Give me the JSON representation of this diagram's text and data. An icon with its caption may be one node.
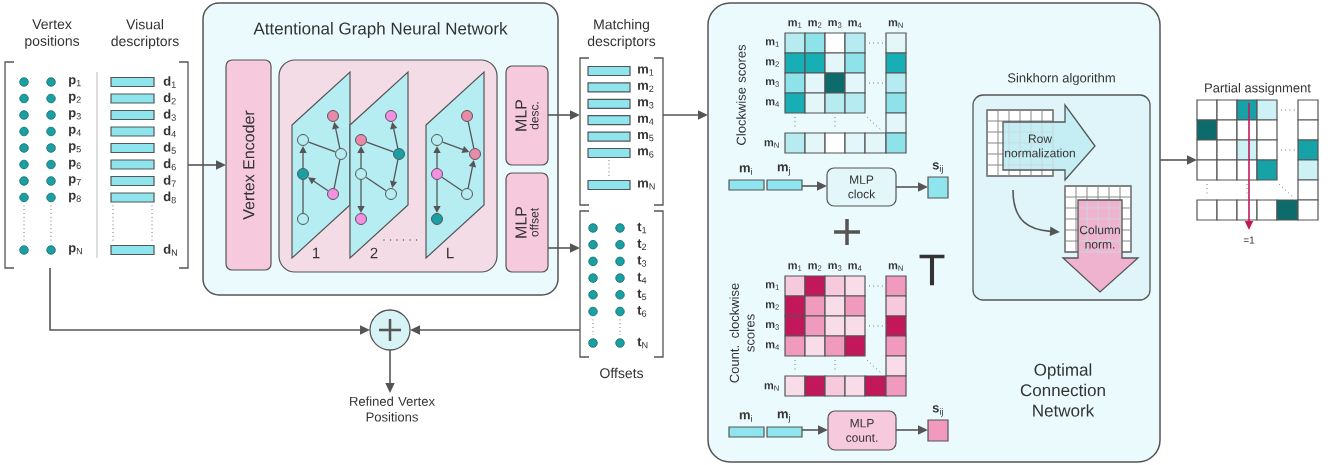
{
  "diagram": {
    "nodes": [
      {
        "text": [
          "Vertex positions",
          "Visual descriptors",
          "**p**$_{1}$",
          "**p**$_{2}$",
          "**p**$_{3}$",
          "**p**$_{4}$",
          "**p**$_{5}$",
          "**p**$_{6}$",
          "**p**$_{7}$",
          "**p**$_{8}$",
          "**p**$_{N}$",
          "**d**$_{1}$",
          "**d**$_{2}$",
          "**d**$_{3}$",
          "**d**$_{4}$",
          "**d**$_{5}$",
          "**d**$_{6}$",
          "**d**$_{7}$",
          "**d**$_{8}$",
          "**d**$_{N}$"
        ]
      },
      {
        "text": [
          "Attentional Graph Neural Network"
        ]
      },
      {
        "text": [
          "Vertex Encoder"
        ],
        "in": 1
      },
      {
        "text": [],
        "shape": "box",
        "in": 1
      },
      {
        "text": [
          "1"
        ],
        "in": 3
      },
      {
        "text": [
          "2"
        ],
        "in": 3
      },
      {
        "text": [
          "L"
        ],
        "in": 3
      },
      {
        "text": [
          "MLP",
          "desc."
        ],
        "in": 1
      },
      {
        "text": [
          "MLP",
          "offset"
        ],
        "in": 1
      },
      {
        "text": [
          "Matching descriptors",
          "**m**$_{1}$",
          "**m**$_{2}$",
          "**m**$_{3}$",
          "**m**$_{4}$",
          "**m**$_{5}$",
          "**m**$_{6}$",
          "**m**$_{N}$"
        ]
      },
      {
        "text": [
          "**t**$_{1}$",
          "**t**$_{2}$",
          "**t**$_{3}$",
          "**t**$_{4}$",
          "**t**$_{5}$",
          "**t**$_{6}$",
          "**t**$_{N}$",
          "Offsets"
        ]
      },
      {
        "text": [],
        "shape": "circle"
      },
      {
        "text": [
          "Refined Vertex Positions"
        ]
      },
      {
        "text": [
          "Optimal Connection Network"
        ]
      },
      {
        "text": [
          "Clockwise scores",
          "**m**$_{1}$",
          "**m**$_{2}$",
          "**m**$_{3}$",
          "**m**$_{4}$",
          "**m**$_{N}$",
          "**m**$_{1}$",
          "**m**$_{2}$",
          "**m**$_{3}$",
          "**m**$_{4}$",
          "**m**$_{N}$"
        ],
        "in": 13
      },
      {
        "text": [
          "**m**$_{i}$",
          "**m**$_{j}$"
        ],
        "in": 13
      },
      {
        "text": [
          "MLP clock"
        ],
        "in": 13
      },
      {
        "text": [
          "**s**$_{ij}$"
        ],
        "in": 13
      },
      {
        "text": [
          "Count. clockwise scores",
          "**m**$_{1}$",
          "**m**$_{2}$",
          "**m**$_{3}$",
          "**m**$_{4}$",
          "**m**$_{N}$",
          "**m**$_{1}$",
          "**m**$_{2}$",
          "**m**$_{3}$",
          "**m**$_{4}$",
          "**m**$_{N}$"
        ],
        "in": 13
      },
      {
        "text": [
          "**m**$_{i}$",
          "**m**$_{j}$"
        ],
        "in": 13
      },
      {
        "text": [
          "MLP count."
        ],
        "in": 13
      },
      {
        "text": [
          "**s**$_{ij}$"
        ],
        "in": 13
      },
      {
        "text": [
          "Sinkhorn algorithm"
        ],
        "in": 13
      },
      {
        "text": [
          "Row normalization"
        ],
        "in": 22
      },
      {
        "text": [
          "Column norm."
        ],
        "in": 22
      },
      {
        "text": [
          "Partial assignment"
        ]
      }
    ],
    "edges": [
      {
        "from": 0,
        "to": 2,
        "arrow": "to"
      },
      {
        "from": 0,
        "to": 11,
        "arrow": "to"
      },
      {
        "from": 7,
        "to": 9,
        "arrow": "to"
      },
      {
        "from": 8,
        "to": 10,
        "arrow": "to"
      },
      {
        "from": 10,
        "to": 11,
        "arrow": "to"
      },
      {
        "from": 11,
        "to": 12,
        "arrow": "to"
      },
      {
        "from": 9,
        "to": 13,
        "arrow": "to"
      },
      {
        "from": 15,
        "to": 16,
        "arrow": "to"
      },
      {
        "from": 16,
        "to": 17,
        "arrow": "to"
      },
      {
        "from": 19,
        "to": 20,
        "arrow": "to"
      },
      {
        "from": 20,
        "to": 21,
        "arrow": "to"
      },
      {
        "from": 23,
        "to": 24,
        "arrow": "to"
      },
      {
        "from": 13,
        "to": 25,
        "arrow": "to"
      }
    ],
    "labels": [
      "T",
      "=1"
    ]
  }
}
